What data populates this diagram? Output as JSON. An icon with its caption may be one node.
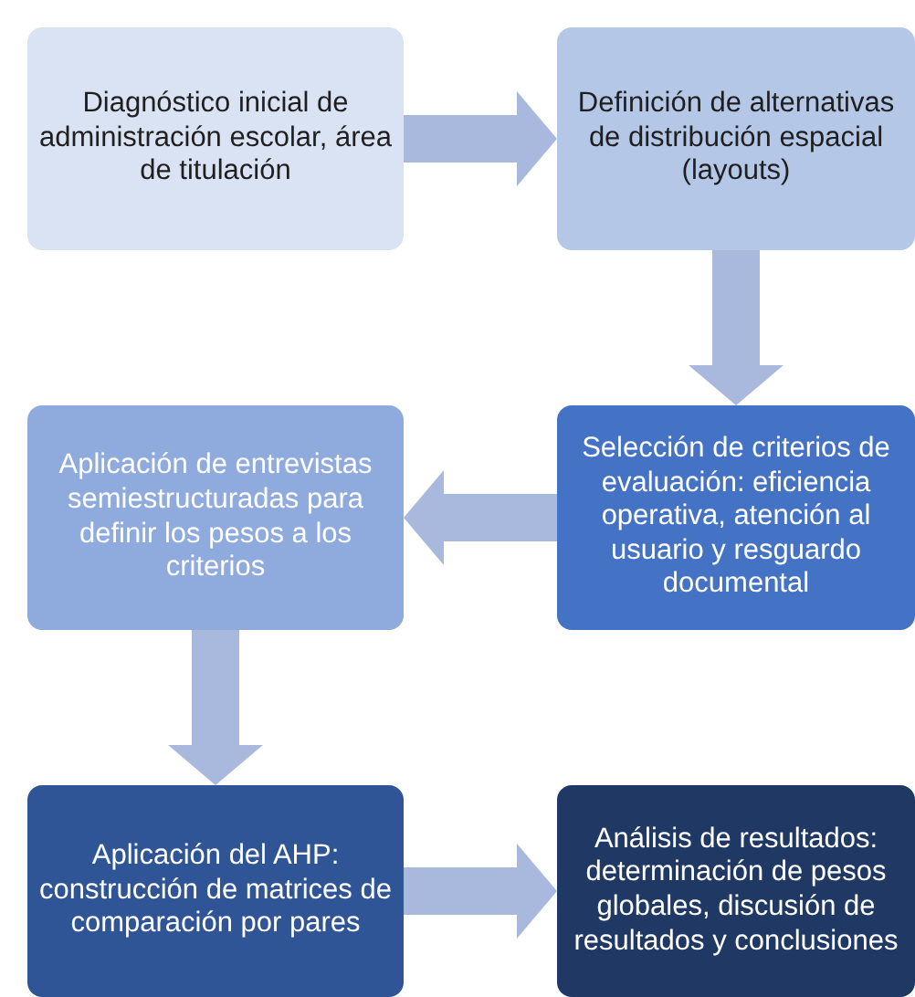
{
  "diagram": {
    "nodes": [
      {
        "text": [
          "Diagnóstico inicial de administración escolar, área de titulación"
        ]
      },
      {
        "text": [
          "Definición de alternativas de distribución espacial (layouts)"
        ]
      },
      {
        "text": [
          "Aplicación de entrevistas semiestructuradas para definir los pesos a los criterios"
        ]
      },
      {
        "text": [
          "Selección de criterios de evaluación: eficiencia operativa, atención al usuario y resguardo documental"
        ]
      },
      {
        "text": [
          "Aplicación del AHP: construcción de matrices de comparación por pares"
        ]
      },
      {
        "text": [
          "Análisis de resultados: determinación de pesos globales, discusión de resultados y conclusiones"
        ]
      }
    ],
    "edges": [
      {
        "from": 0,
        "to": 1,
        "arrow": "to"
      },
      {
        "from": 1,
        "to": 3,
        "arrow": "to"
      },
      {
        "from": 3,
        "to": 2,
        "arrow": "to"
      },
      {
        "from": 2,
        "to": 4,
        "arrow": "to"
      },
      {
        "from": 4,
        "to": 5,
        "arrow": "to"
      }
    ]
  }
}
